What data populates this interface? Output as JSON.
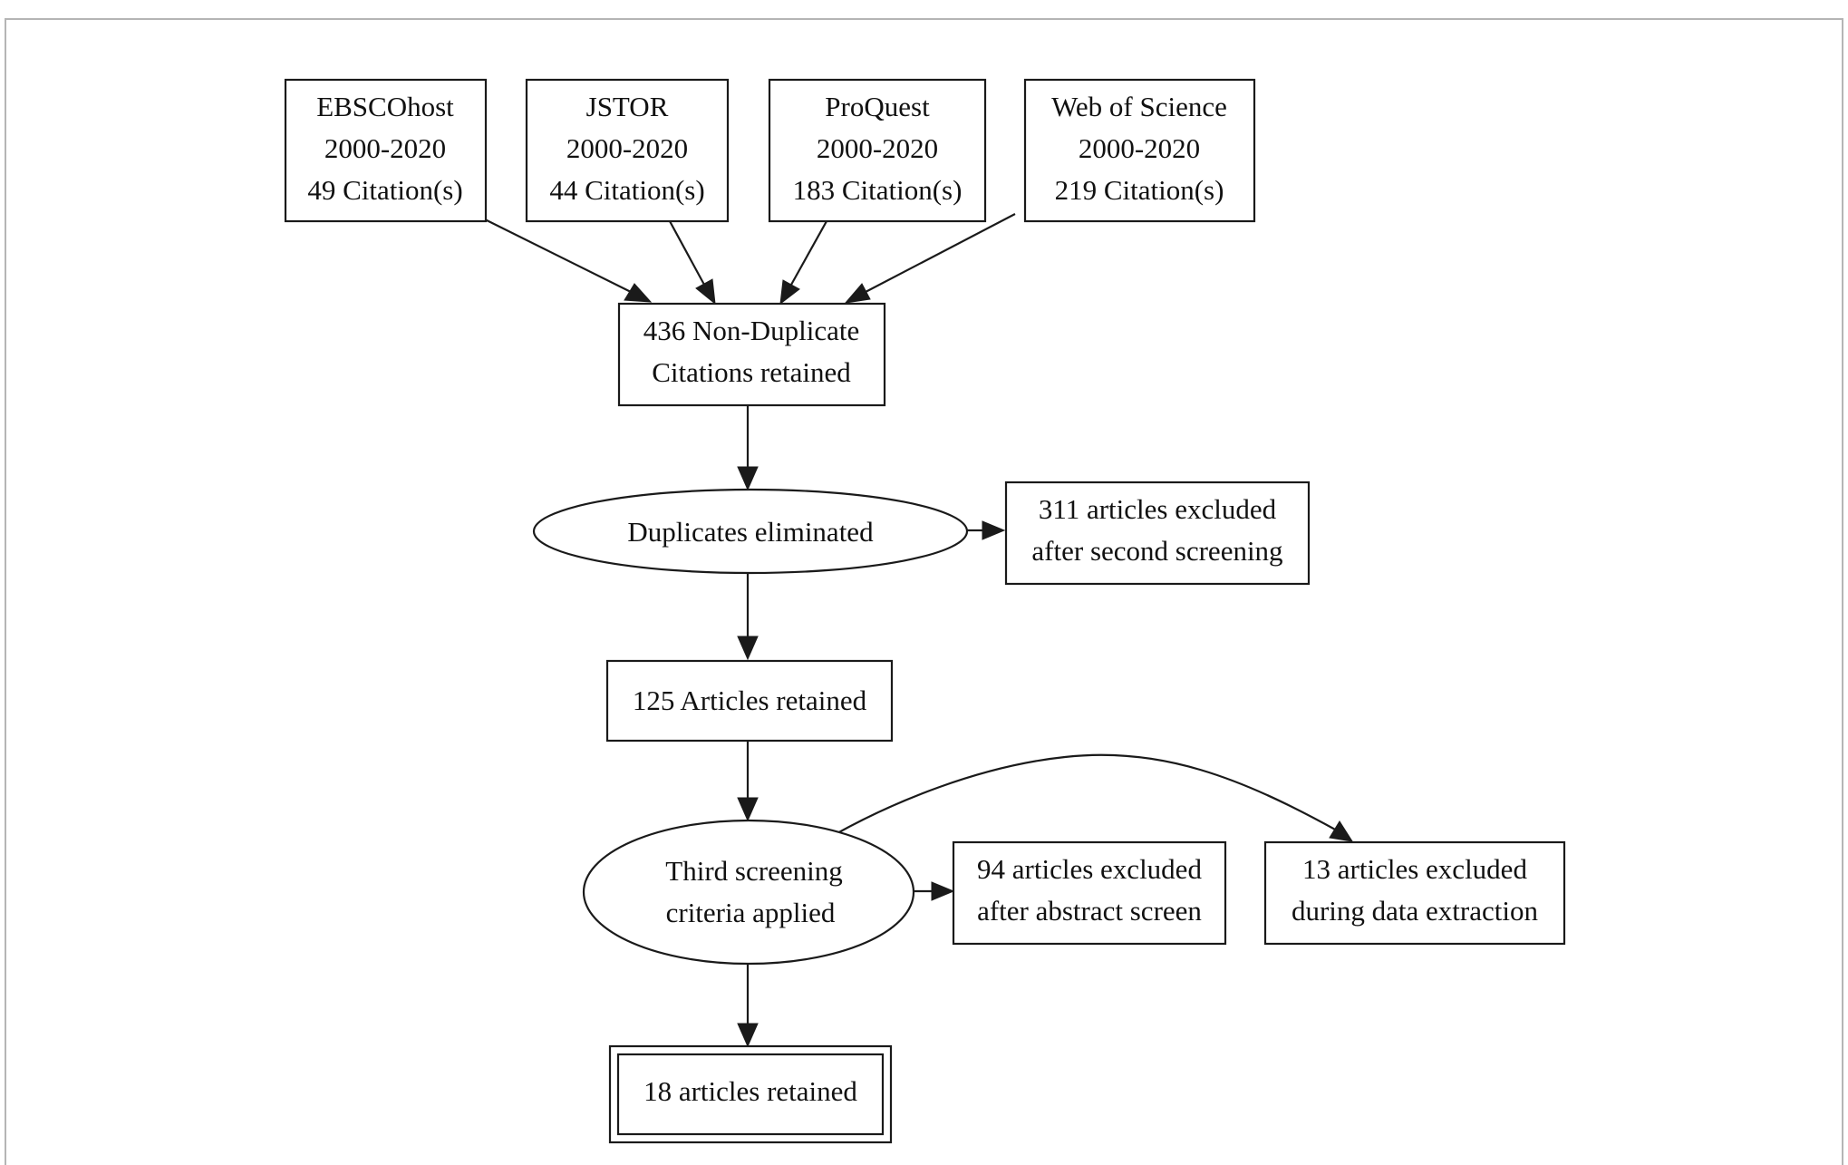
{
  "nodes": {
    "ebscohost": [
      "EBSCOhost",
      "2000-2020",
      "49 Citation(s)"
    ],
    "jstor": [
      "JSTOR",
      "2000-2020",
      "44 Citation(s)"
    ],
    "proquest": [
      "ProQuest",
      "2000-2020",
      "183 Citation(s)"
    ],
    "web_of_science": [
      "Web of Science",
      "2000-2020",
      "219 Citation(s)"
    ],
    "non_duplicate": [
      "436 Non-Duplicate",
      "Citations retained"
    ],
    "duplicates_eliminated": [
      "Duplicates eliminated"
    ],
    "excluded_second_screening": [
      "311 articles excluded",
      "after second screening"
    ],
    "articles_retained_125": [
      "125 Articles retained"
    ],
    "third_screening": [
      "Third screening",
      "criteria applied"
    ],
    "excluded_abstract": [
      "94 articles excluded",
      "after abstract screen"
    ],
    "excluded_extraction": [
      "13 articles excluded",
      "during data extraction"
    ],
    "articles_retained_18": [
      "18 articles retained"
    ]
  },
  "edges": [
    {
      "from": "ebscohost",
      "to": "non_duplicate"
    },
    {
      "from": "jstor",
      "to": "non_duplicate"
    },
    {
      "from": "proquest",
      "to": "non_duplicate"
    },
    {
      "from": "web_of_science",
      "to": "non_duplicate"
    },
    {
      "from": "non_duplicate",
      "to": "duplicates_eliminated"
    },
    {
      "from": "duplicates_eliminated",
      "to": "excluded_second_screening"
    },
    {
      "from": "duplicates_eliminated",
      "to": "articles_retained_125"
    },
    {
      "from": "articles_retained_125",
      "to": "third_screening"
    },
    {
      "from": "third_screening",
      "to": "excluded_abstract"
    },
    {
      "from": "third_screening",
      "to": "excluded_extraction"
    },
    {
      "from": "third_screening",
      "to": "articles_retained_18"
    }
  ]
}
